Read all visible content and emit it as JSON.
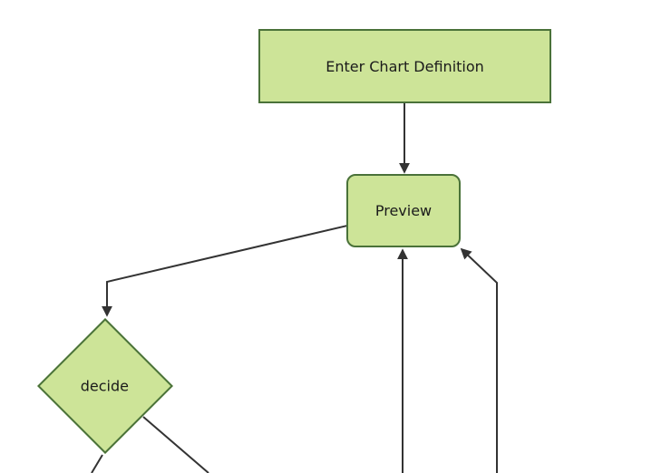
{
  "diagram": {
    "type": "flowchart",
    "theme": {
      "background": "#ffffff",
      "node_fill": "#cde498",
      "node_border": "#4a7239",
      "edge_color": "#333333",
      "text_color": "#1b1b1b"
    },
    "nodes": [
      {
        "id": "enter-chart-definition",
        "label": "Enter Chart Definition",
        "shape": "rectangle"
      },
      {
        "id": "preview",
        "label": "Preview",
        "shape": "rounded-rectangle"
      },
      {
        "id": "decide",
        "label": "decide",
        "shape": "diamond"
      }
    ],
    "edges": [
      {
        "from": "enter-chart-definition",
        "to": "preview",
        "arrow": true
      },
      {
        "from": "preview",
        "to": "decide",
        "arrow": true
      },
      {
        "from": "offscreen-bottom",
        "to": "preview",
        "arrow": true
      },
      {
        "from": "offscreen-bottom-right",
        "to": "preview",
        "arrow": true
      },
      {
        "from": "decide",
        "to": "offscreen-bottom-left",
        "arrow": false
      },
      {
        "from": "decide",
        "to": "offscreen-bottom-right",
        "arrow": false
      }
    ]
  }
}
